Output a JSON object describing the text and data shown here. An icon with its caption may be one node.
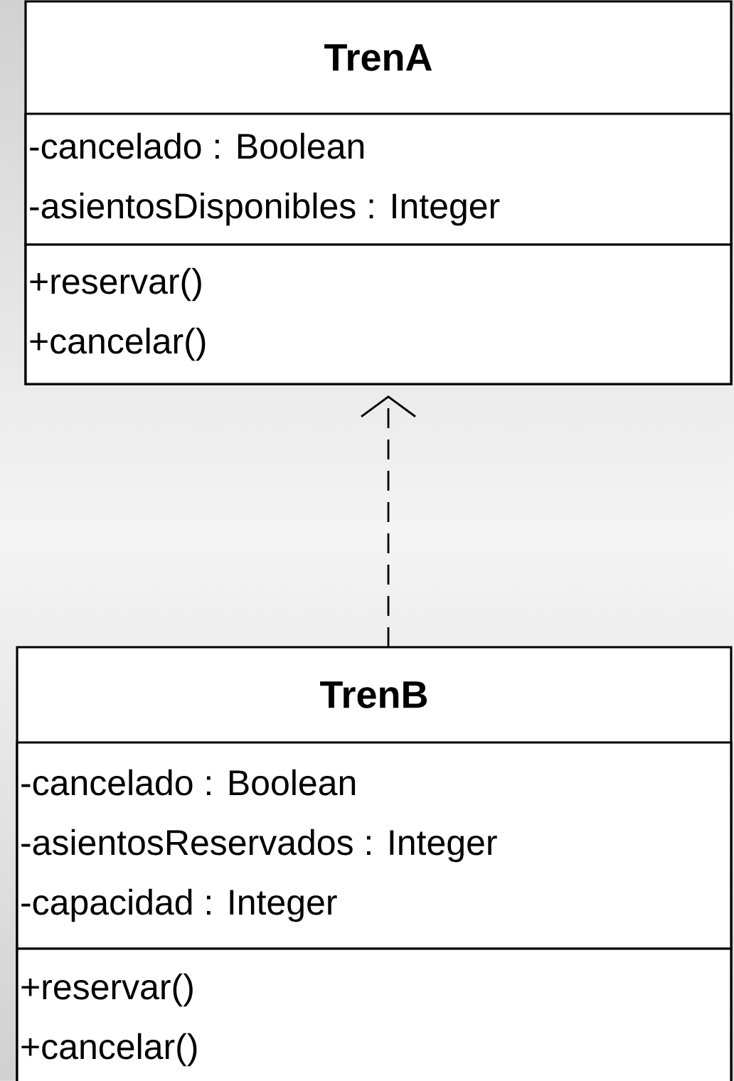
{
  "diagram": {
    "nodes": [
      {
        "text": [
          "TrenA"
        ]
      },
      {
        "text": [
          "-cancelado : Boolean",
          "-asientosDisponibles : Integer"
        ],
        "in": 0
      },
      {
        "text": [
          "+reservar()",
          "+cancelar()"
        ],
        "in": 0
      },
      {
        "text": [
          "TrenB"
        ]
      },
      {
        "text": [
          "-cancelado : Boolean",
          "-asientosReservados : Integer",
          "-capacidad : Integer"
        ],
        "in": 3
      },
      {
        "text": [
          "+reservar()",
          "+cancelar()"
        ],
        "in": 3
      }
    ],
    "edges": [
      {
        "from": 3,
        "to": 0,
        "arrow": "to",
        "style": "dashed"
      }
    ]
  }
}
